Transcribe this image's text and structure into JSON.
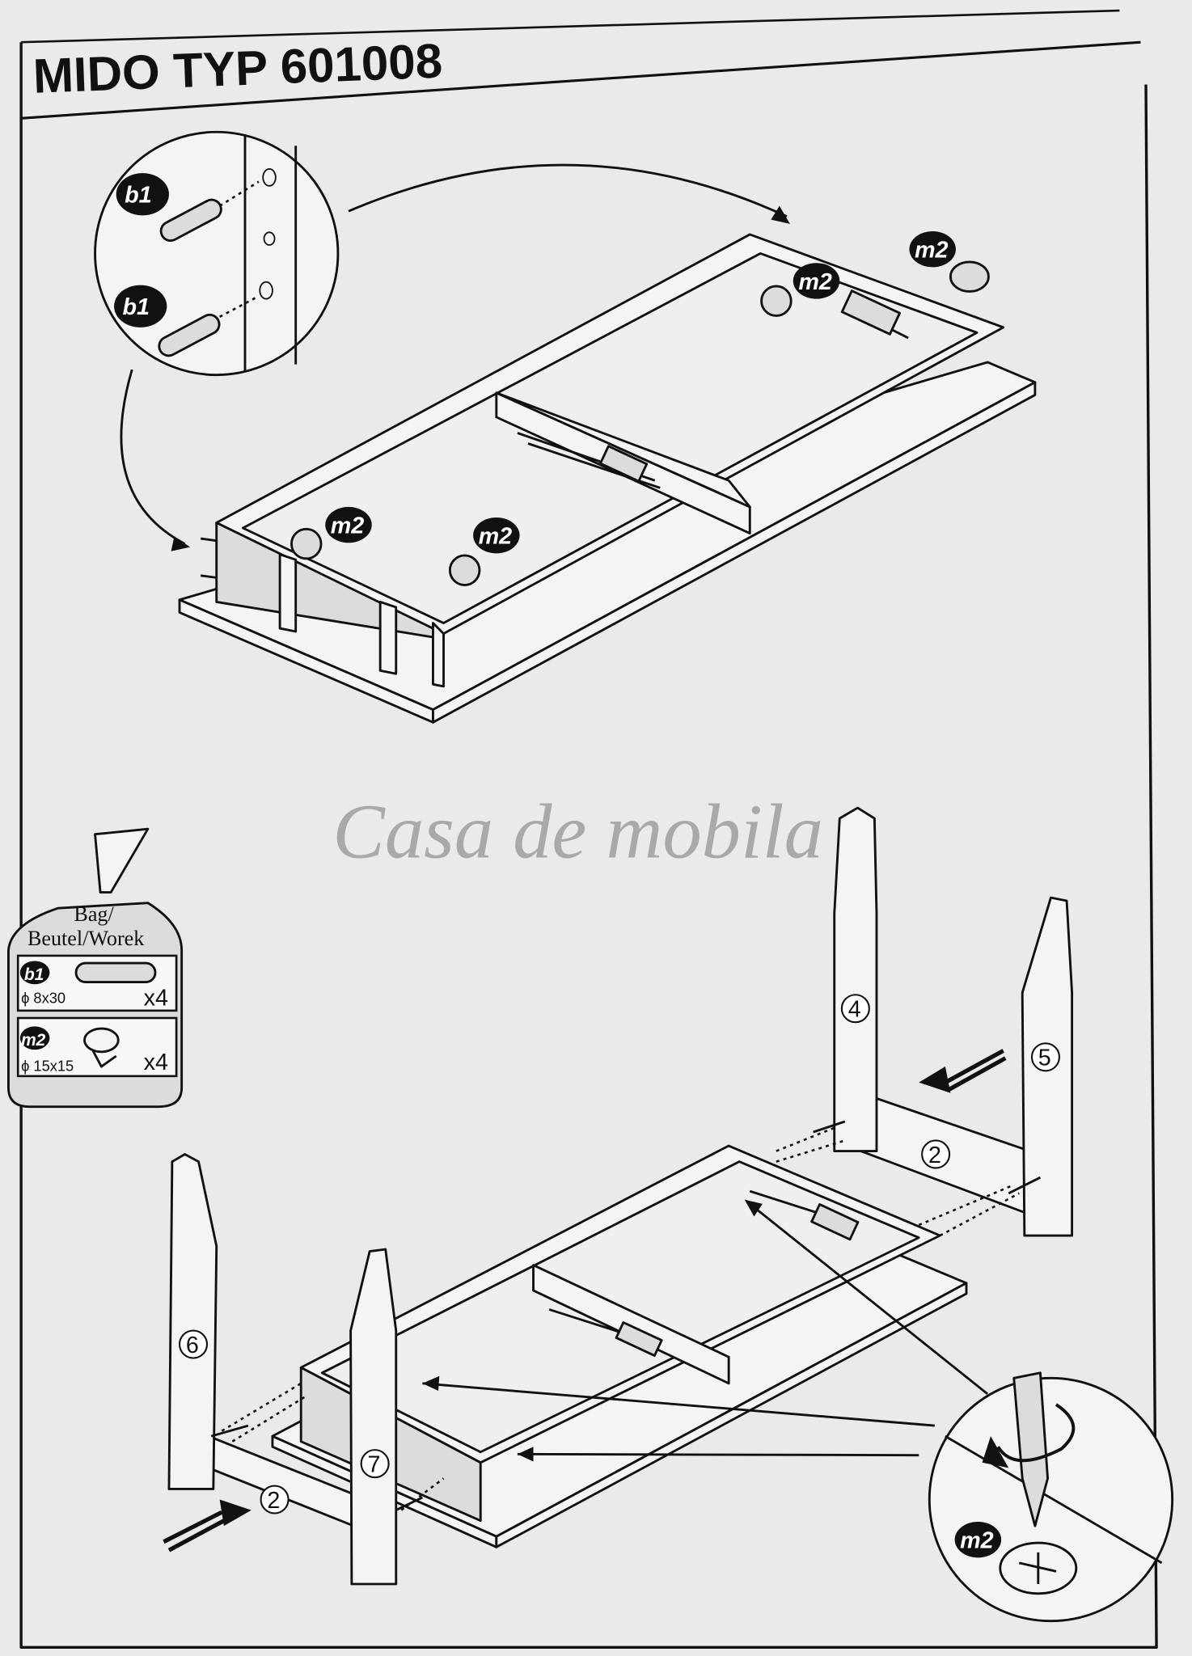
{
  "header": {
    "title": "MIDO TYP 601008"
  },
  "watermark": "Casa de mobila",
  "bag": {
    "label_line1": "Bag/",
    "label_line2": "Beutel/Worek",
    "parts": [
      {
        "code": "b1",
        "dimension": "ϕ 8x30",
        "quantity": "x4"
      },
      {
        "code": "m2",
        "dimension": "ϕ 15x15",
        "quantity": "x4"
      }
    ]
  },
  "step1": {
    "detail_badges": [
      "b1",
      "b1"
    ],
    "badges": [
      "m2",
      "m2",
      "m2",
      "m2"
    ]
  },
  "step2": {
    "leg_numbers": [
      "4",
      "5",
      "6",
      "7"
    ],
    "apron_numbers": [
      "2",
      "2"
    ],
    "detail_badge": "m2"
  }
}
